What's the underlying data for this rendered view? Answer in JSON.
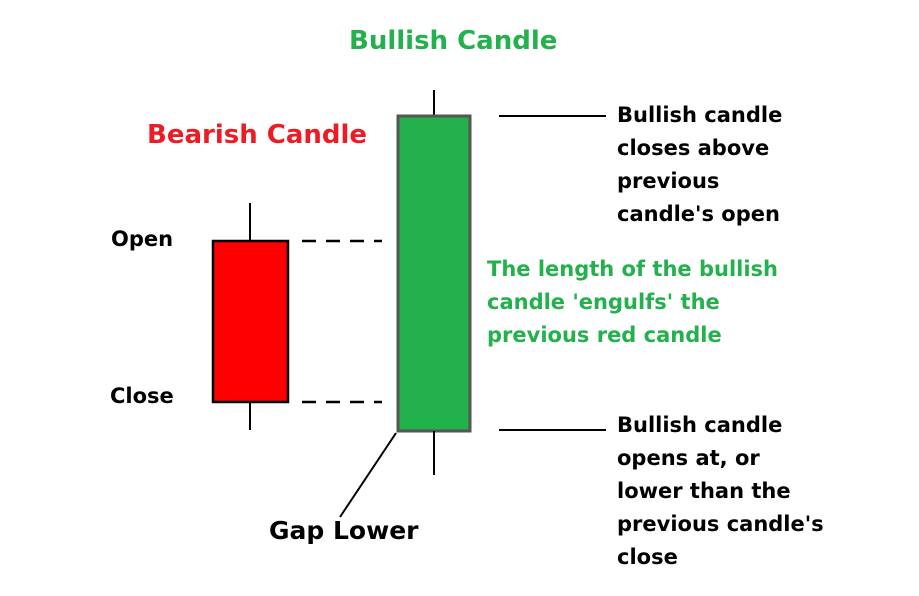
{
  "colors": {
    "bullish_fill": "#22b14c",
    "bearish_fill": "#ff0000",
    "bullish_text": "#22b14c",
    "bearish_text": "#ed1c24",
    "line": "#000000"
  },
  "titles": {
    "bullish": "Bullish Candle",
    "bearish": "Bearish Candle"
  },
  "labels": {
    "open": "Open",
    "close": "Close",
    "gap_lower": "Gap Lower"
  },
  "annotations": {
    "top_right": [
      "Bullish candle",
      "closes above",
      "previous",
      "candle's open"
    ],
    "middle": [
      "The length of the bullish",
      "candle 'engulfs' the",
      "previous red candle"
    ],
    "bottom_right": [
      "Bullish candle",
      "opens at, or",
      "lower than the",
      "previous candle's",
      "close"
    ]
  }
}
